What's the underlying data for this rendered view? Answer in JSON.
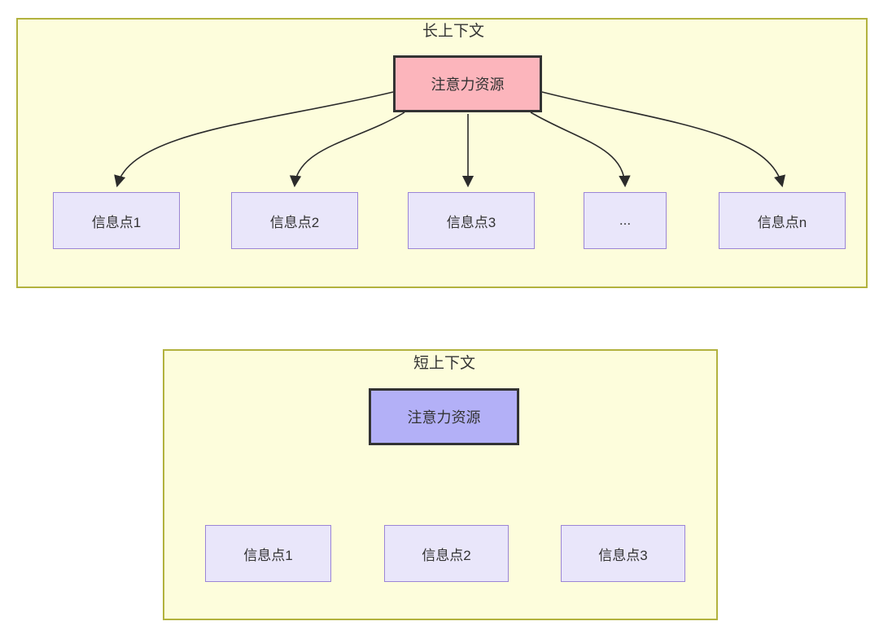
{
  "diagram": {
    "colors": {
      "panel_fill": "#FDFDDC",
      "panel_border": "#B2B23E",
      "attention_long_fill": "#FCB5BC",
      "attention_short_fill": "#B3B0F7",
      "attention_border": "#333333",
      "info_fill": "#E9E6FA",
      "info_border": "#9B85D6",
      "arrow_color": "#2b2b2b",
      "text_color": "#333333"
    },
    "long_context": {
      "title": "长上下文",
      "attention_label": "注意力资源",
      "info_points": [
        "信息点1",
        "信息点2",
        "信息点3",
        "...",
        "信息点n"
      ]
    },
    "short_context": {
      "title": "短上下文",
      "attention_label": "注意力资源",
      "info_points": [
        "信息点1",
        "信息点2",
        "信息点3"
      ]
    }
  }
}
